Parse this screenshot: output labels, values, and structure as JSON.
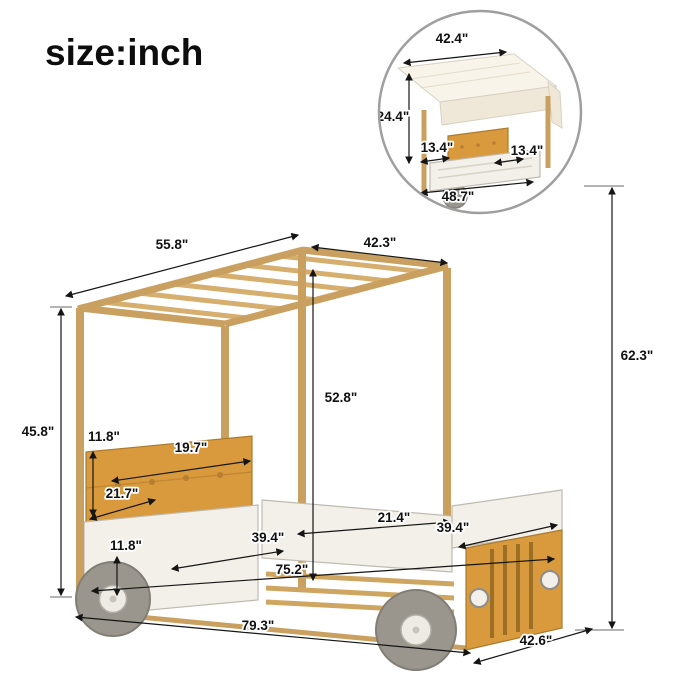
{
  "title": "size:inch",
  "unit": "inch",
  "colors": {
    "wood": "#c9a05f",
    "wood_light": "#d6ae6d",
    "upholstery_orange": "#d89a3d",
    "body_white": "#f3f0e9",
    "wheel_gray": "#9a968e",
    "fabric_cream": "#f8f4ea",
    "dimension_line": "#151515"
  },
  "inset": {
    "top_width": "42.4\"",
    "canopy_height": "24.4\"",
    "headboard_left": "13.4\"",
    "headboard_right": "13.4\"",
    "base_width": "48.7\""
  },
  "main": {
    "canopy_length": "55.8\"",
    "canopy_width": "42.3\"",
    "total_height": "62.3\"",
    "canopy_inner_height": "52.8\"",
    "headboard_post_height": "45.8\"",
    "headboard_panel_height": "11.8\"",
    "headboard_width": "19.7\"",
    "headboard_depth": "21.7\"",
    "rail_height": "11.8\"",
    "slat_length": "39.4\"",
    "door_opening": "21.4\"",
    "front_panel_width": "39.4\"",
    "sleep_length": "75.2\"",
    "total_length": "79.3\"",
    "total_width": "42.6\""
  }
}
